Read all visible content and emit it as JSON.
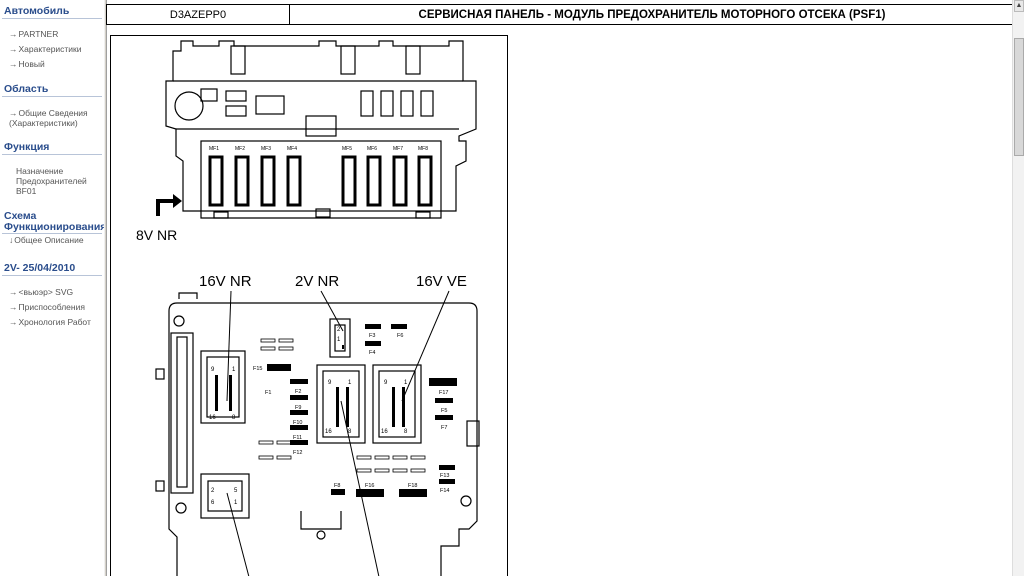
{
  "sidebar": {
    "sections": [
      {
        "title": "Автомобиль",
        "items": [
          "PARTNER",
          "Характеристики",
          "Новый"
        ]
      },
      {
        "title": "Область",
        "items": [
          "Общие Сведения (Характеристики)"
        ]
      },
      {
        "title": "Функция",
        "items": [
          "Назначение Предохранителей BF01"
        ]
      },
      {
        "title": "Схема Функционирования",
        "items": [
          "Общее Описание"
        ]
      },
      {
        "title": "2V- 25/04/2010",
        "items": [
          "<вьюэр> SVG",
          "Приспособления",
          "Хронология Работ"
        ]
      }
    ]
  },
  "header": {
    "code": "D3AZEPP0",
    "title": "СЕРВИСНАЯ ПАНЕЛЬ - МОДУЛЬ ПРЕДОХРАНИТЕЛЬ МОТОРНОГО ОТСЕКА (PSF1)"
  },
  "diagram": {
    "top_connector_label": "8V NR",
    "maxi_fuses": [
      "MF1",
      "MF2",
      "MF3",
      "MF4",
      "MF5",
      "MF6",
      "MF7",
      "MF8"
    ],
    "connector_labels": [
      "16V NR",
      "2V NR",
      "16V VE"
    ],
    "fuses": [
      "F1",
      "F2",
      "F3",
      "F4",
      "F5",
      "F6",
      "F7",
      "F8",
      "F9",
      "F10",
      "F11",
      "F12",
      "F13",
      "F14",
      "F15",
      "F16",
      "F17",
      "F18"
    ],
    "pin_labels": {
      "p9": "9",
      "p1": "1",
      "p16": "16",
      "p8": "8",
      "p2": "2",
      "p6": "6",
      "p5": "5"
    }
  }
}
